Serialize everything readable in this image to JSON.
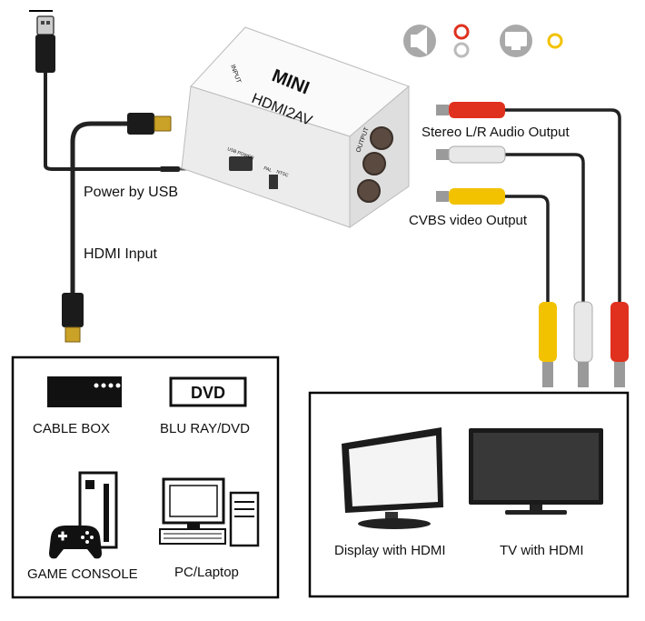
{
  "device": {
    "brand": "MINI",
    "model": "HDMI2AV",
    "port_input": "INPUT",
    "port_output": "OUTPUT",
    "port_usb": "USB POWER",
    "switch_pal": "PAL",
    "switch_ntsc": "NTSC"
  },
  "labels": {
    "power": "Power by USB",
    "hdmi_input": "HDMI Input",
    "audio_output": "Stereo L/R Audio Output",
    "video_output": "CVBS video Output"
  },
  "sources": [
    {
      "label": "CABLE BOX"
    },
    {
      "label": "BLU RAY/DVD",
      "badge": "DVD"
    },
    {
      "label": "GAME CONSOLE"
    },
    {
      "label": "PC/Laptop"
    }
  ],
  "displays": [
    {
      "label": "Display with HDMI"
    },
    {
      "label": "TV with HDMI"
    }
  ],
  "colors": {
    "red": "#e0301e",
    "white": "#e8e8e8",
    "yellow": "#f2c200",
    "cable": "#222222",
    "device_body": "#f2f2f2",
    "icon_gray": "#a9a9a9"
  },
  "icons": [
    "speaker-icon",
    "rca-audio-icon",
    "monitor-icon",
    "rca-video-icon",
    "usb-plug-icon",
    "hdmi-plug-icon",
    "gamepad-icon"
  ]
}
